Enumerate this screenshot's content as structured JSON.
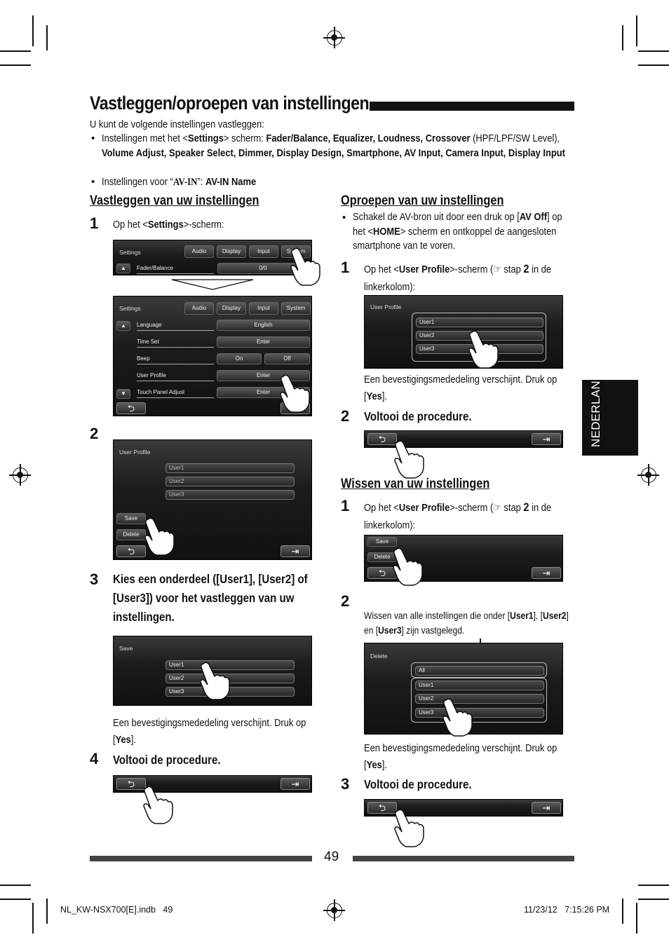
{
  "title": "Vastleggen/oproepen van instellingen",
  "intro": "U kunt de volgende instellingen vastleggen:",
  "bullet1_pre": "Instellingen met het <",
  "bullet1_settings": "Settings",
  "bullet1_mid": "> scherm: ",
  "bullet1_items": "Fader/Balance, Equalizer, Loudness, Crossover",
  "bullet1_hpf": " (HPF/LPF/SW Level), ",
  "bullet1_items2": "Volume Adjust, Speaker Select, Dimmer, Display Design, Smartphone, AV Input, Camera Input, Display Input",
  "bullet2_pre": "Instellingen voor “",
  "bullet2_avin": "AV-IN",
  "bullet2_mid": "”: ",
  "bullet2_name": "AV-IN Name",
  "left": {
    "heading": "Vastleggen van uw instellingen",
    "s1_num": "1",
    "s1_text_pre": "Op het <",
    "s1_text_b": "Settings",
    "s1_text_post": ">-scherm:",
    "s2_num": "2",
    "s3_num": "3",
    "s3_text": "Kies een onderdeel ([User1], [User2] of [User3]) voor het vastleggen van uw instellingen.",
    "confirm_pre": "Een bevestigingsmededeling verschijnt. Druk op [",
    "confirm_yes": "Yes",
    "confirm_post": "].",
    "s4_num": "4",
    "s4_text": "Voltooi de procedure."
  },
  "right": {
    "heading": "Oproepen van uw instellingen",
    "bullet_pre": "Schakel de AV-bron uit door een druk op [",
    "bullet_avoff": "AV Off",
    "bullet_mid": "] op het <",
    "bullet_home": "HOME",
    "bullet_post": "> scherm en ontkoppel de aangesloten smartphone van te voren.",
    "s1_num": "1",
    "s1_pre": "Op het <",
    "s1_b": "User Profile",
    "s1_post": ">-scherm (☞ stap ",
    "s1_step": "2",
    "s1_end": " in de linkerkolom):",
    "confirm_pre": "Een bevestigingsmededeling verschijnt. Druk op [",
    "confirm_yes": "Yes",
    "confirm_post": "].",
    "s2_num": "2",
    "s2_text": "Voltooi de procedure.",
    "heading2": "Wissen van uw instellingen",
    "w1_num": "1",
    "w1_pre": "Op het <",
    "w1_b": "User Profile",
    "w1_post": ">-scherm (☞ stap ",
    "w1_step": "2",
    "w1_end": " in de linkerkolom):",
    "w2_num": "2",
    "w2_pre": "Wissen van alle instellingen die onder [",
    "w2_u1": "User1",
    "w2_m1": "], [",
    "w2_u2": "User2",
    "w2_m2": "] en [",
    "w2_u3": "User3",
    "w2_post": "] zijn vastgelegd.",
    "w_confirm_pre": "Een bevestigingsmededeling verschijnt. Druk op [",
    "w_confirm_yes": "Yes",
    "w_confirm_post": "].",
    "w3_num": "3",
    "w3_text": "Voltooi de procedure."
  },
  "screens": {
    "settings": "Settings",
    "audio": "Audio",
    "display": "Display",
    "input": "Input",
    "system": "System",
    "fader": "Fader/Balance",
    "fader_val": "0/0",
    "language": "Language",
    "english": "English",
    "timeset": "Time Set",
    "enter": "Enter",
    "beep": "Beep",
    "on": "On",
    "off": "Off",
    "userprofile": "User Profile",
    "touch": "Touch Panel Adjust",
    "user1": "User1",
    "user2": "User2",
    "user3": "User3",
    "save": "Save",
    "delete": "Delete",
    "save_title": "Save",
    "delete_title": "Delete",
    "all": "All"
  },
  "side_tab": "NEDERLANDS",
  "page_number": "49",
  "footer_left": "NL_KW-NSX700[E].indb   49",
  "footer_right": "11/23/12   7:15:26 PM"
}
